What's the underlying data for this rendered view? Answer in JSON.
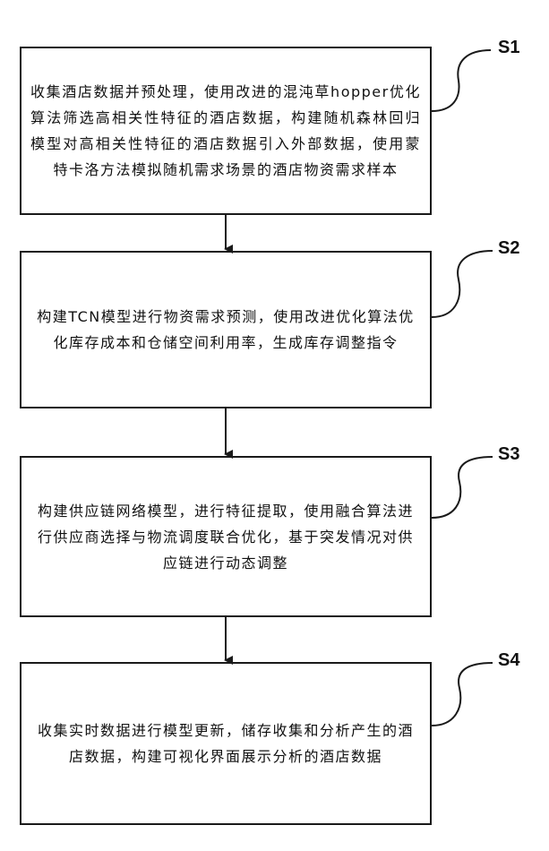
{
  "steps": [
    {
      "label": "S1",
      "text": "收集酒店数据并预处理，使用改进的混沌草hopper优化算法筛选高相关性特征的酒店数据，构建随机森林回归模型对高相关性特征的酒店数据引入外部数据，使用蒙特卡洛方法模拟随机需求场景的酒店物资需求样本"
    },
    {
      "label": "S2",
      "text": "构建TCN模型进行物资需求预测，使用改进优化算法优化库存成本和仓储空间利用率，生成库存调整指令"
    },
    {
      "label": "S3",
      "text": "构建供应链网络模型，进行特征提取，使用融合算法进行供应商选择与物流调度联合优化，基于突发情况对供应链进行动态调整"
    },
    {
      "label": "S4",
      "text": "收集实时数据进行模型更新，储存收集和分析产生的酒店数据，构建可视化界面展示分析的酒店数据"
    }
  ]
}
